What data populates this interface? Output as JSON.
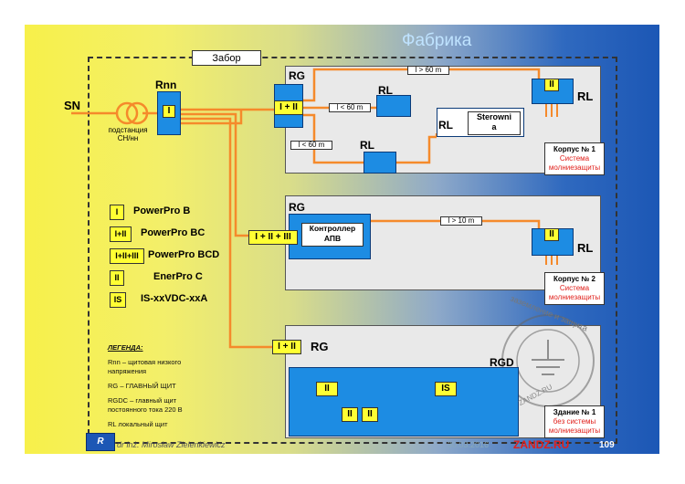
{
  "title": "Фабрика",
  "fence_label": "Забор",
  "sn_label": "SN",
  "rnn_label": "Rnn",
  "substation_label": [
    "подстанция",
    "СН/нн"
  ],
  "rnn_device": "I",
  "building1": {
    "rg_label": "RG",
    "rg_device": "I + II",
    "rl_labels": [
      "RL",
      "RL",
      "RL"
    ],
    "rl_right": "RL",
    "rl_right_device": "II",
    "sterownia": [
      "Sterowni",
      "a"
    ],
    "distances": [
      "l > 60 m",
      "l < 60 m",
      "l < 60 m"
    ],
    "name": "Корпус № 1",
    "note": [
      "Система",
      "молниезащиты"
    ]
  },
  "building2": {
    "rg_label": "RG",
    "rg_device": "I + II + III",
    "controller": [
      "Контроллер",
      "АПВ"
    ],
    "distance": "l > 10 m",
    "rl_label": "RL",
    "rl_device": "II",
    "name": "Корпус № 2",
    "note": [
      "Система",
      "молниезащиты"
    ]
  },
  "building3": {
    "rg_label": "RG",
    "rg_device": "I + II",
    "rgd_label": "RGD",
    "dc_devices": [
      "II",
      "IS",
      "II",
      "II"
    ],
    "name": "Здание № 1",
    "note": [
      "без системы",
      "молниезащиты"
    ]
  },
  "legend_items": [
    {
      "code": "I",
      "text": "PowerPro B"
    },
    {
      "code": "I+II",
      "text": "PowerPro BC"
    },
    {
      "code": "I+II+III",
      "text": "PowerPro BCD"
    },
    {
      "code": "II",
      "text": "EnerPro C"
    },
    {
      "code": "IS",
      "text": "IS-xxVDC-xxA"
    }
  ],
  "notes": {
    "heading": "ЛЕГЕНДА:",
    "lines": [
      "Rnn – щитовая низкого",
      "напряжения",
      "RG – ГЛАВНЫЙ ЩИТ",
      "RGDC – главный щит",
      "постоянного тока 220 В",
      "RL локальный щит"
    ]
  },
  "footer": {
    "author": "dr inż. Mirosław Zielenkiewicz",
    "date": "30.03.2016",
    "site": "ZANDZ.RU",
    "page": "109"
  },
  "stamp": {
    "ring_text": "заземление и защита",
    "inner_text": "ZANDZ.RU"
  },
  "colors": {
    "wire": "#f58a2b",
    "blue": "#1d8ce3",
    "yellow": "#ffff33"
  }
}
